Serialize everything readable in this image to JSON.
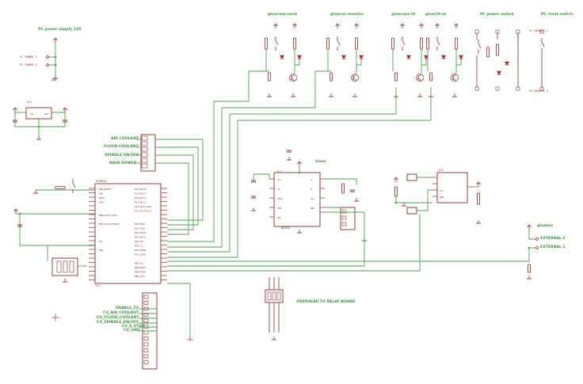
{
  "colors": {
    "wire": "#4ea04e",
    "part": "#8c2b2b",
    "pin": "#b03a3a",
    "text_green": "#3a9a3a",
    "text_dark": "#8a3030",
    "background": "#ffffff"
  },
  "section_labels": {
    "pc_power": "PC power supply 12V",
    "glowlux_1": "glow/aux neck",
    "glowlux_2": "glow/on monitor",
    "glowlux_3": "glow/aux lit",
    "glowlux_4": "glow/lit at",
    "pc_power_switch": "PC power switch",
    "pc_reset_switch": "PC reset switch",
    "relay_board": "OVERHEAD TO RELAY BOARD",
    "timer": "timer",
    "glowlux_right": "glowlux"
  },
  "net_labels": {
    "air_coolant": "AIR COOLANT",
    "flood_coolant": "FLOOD COOLANT",
    "spindle_on_off": "SPINDLE ON/OFF",
    "main_power": "MAIN POWER",
    "enable_5v": "ENABLE_5V",
    "cv_air_coolant": "CV_AIR_COOLANT",
    "cv_flood_coolant": "CV_FLOOD_COOLANT",
    "cv_spindle_on_off": "CV_SPINDLE_ON/OFF",
    "cv_e_stop": "CV_E_STOP",
    "cv_gnd": "CV_GND",
    "external_2": "EXTERNAL 2",
    "external_1": "EXTERNAL 1"
  },
  "part_labels": {
    "pc_power_1": "PC_POWER 1",
    "pc_power_2": "PC_POWER 2",
    "ic1": "IC1",
    "ic2": "IC2",
    "ic3": "IC3",
    "ic4": "IC4",
    "mcu_name": "ATMEGA",
    "timer_chip": "NE555",
    "pc_header": "PC_HEADER_3",
    "pc_header_2": "PC_HEADER_2",
    "gnd": "GND"
  }
}
